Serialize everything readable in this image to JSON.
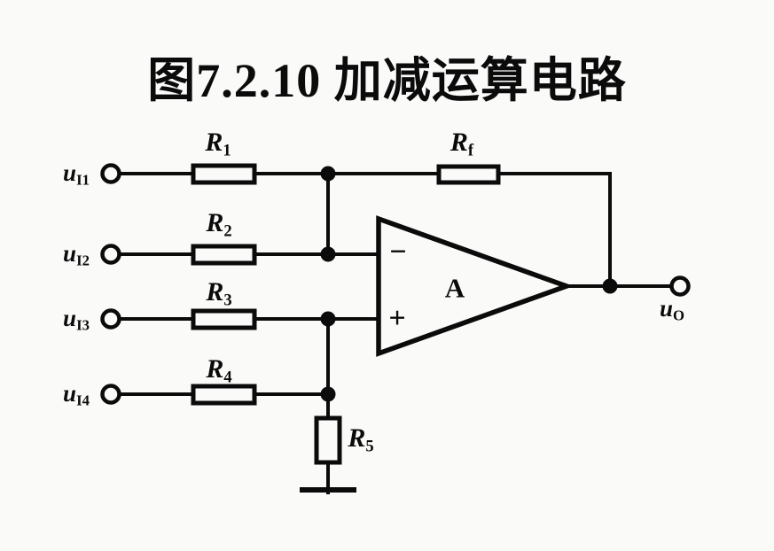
{
  "page": {
    "background": "#fafaf9",
    "ink": "#0b0b0b",
    "title": "图7.2.10 加减运算电路"
  },
  "inputs": [
    {
      "base": "u",
      "sub": "I1"
    },
    {
      "base": "u",
      "sub": "I2"
    },
    {
      "base": "u",
      "sub": "I3"
    },
    {
      "base": "u",
      "sub": "I4"
    }
  ],
  "output": {
    "base": "u",
    "sub": "O"
  },
  "resistors": {
    "r1": {
      "base": "R",
      "sub": "1"
    },
    "r2": {
      "base": "R",
      "sub": "2"
    },
    "r3": {
      "base": "R",
      "sub": "3"
    },
    "r4": {
      "base": "R",
      "sub": "4"
    },
    "r5": {
      "base": "R",
      "sub": "5"
    },
    "rf": {
      "base": "R",
      "sub": "f"
    }
  },
  "opamp": {
    "gain_label": "A",
    "inverting_sign": "−",
    "noninverting_sign": "+"
  }
}
